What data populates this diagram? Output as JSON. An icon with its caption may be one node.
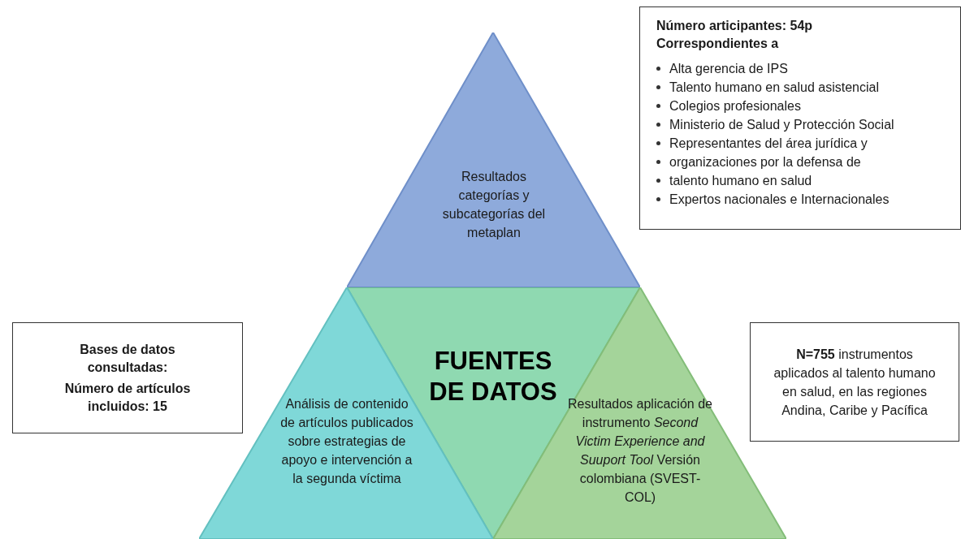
{
  "diagram": {
    "nodes": [
      {
        "text": [
          "Resultados categorías y subcategorías del metaplan"
        ]
      },
      {
        "text": [
          "FUENTES DE DATOS"
        ]
      },
      {
        "text": [
          "Análisis de contenido de artículos publicados sobre estrategias de apoyo e intervención a la segunda víctima"
        ]
      },
      {
        "text": [
          "Resultados aplicación de instrumento *Second Victim Experience and Suuport Tool* Versión colombiana (SVEST-COL)"
        ]
      },
      {
        "text": [
          "Número articipantes: 54p Correspondientes a",
          "Alta gerencia de IPS",
          "Talento humano en salud asistencial",
          "Colegios profesionales",
          "Ministerio de Salud y Protección Social",
          "Representantes del área jurídica y",
          "organizaciones por la defensa de",
          "talento humano en salud",
          "Expertos nacionales e Internacionales"
        ]
      },
      {
        "text": [
          "Bases de datos consultadas:",
          "Número de artículos incluidos:  15"
        ]
      },
      {
        "text": [
          "**N=755** instrumentos aplicados al talento humano en salud, en las regiones Andina, Caribe y Pacífica"
        ]
      }
    ]
  }
}
